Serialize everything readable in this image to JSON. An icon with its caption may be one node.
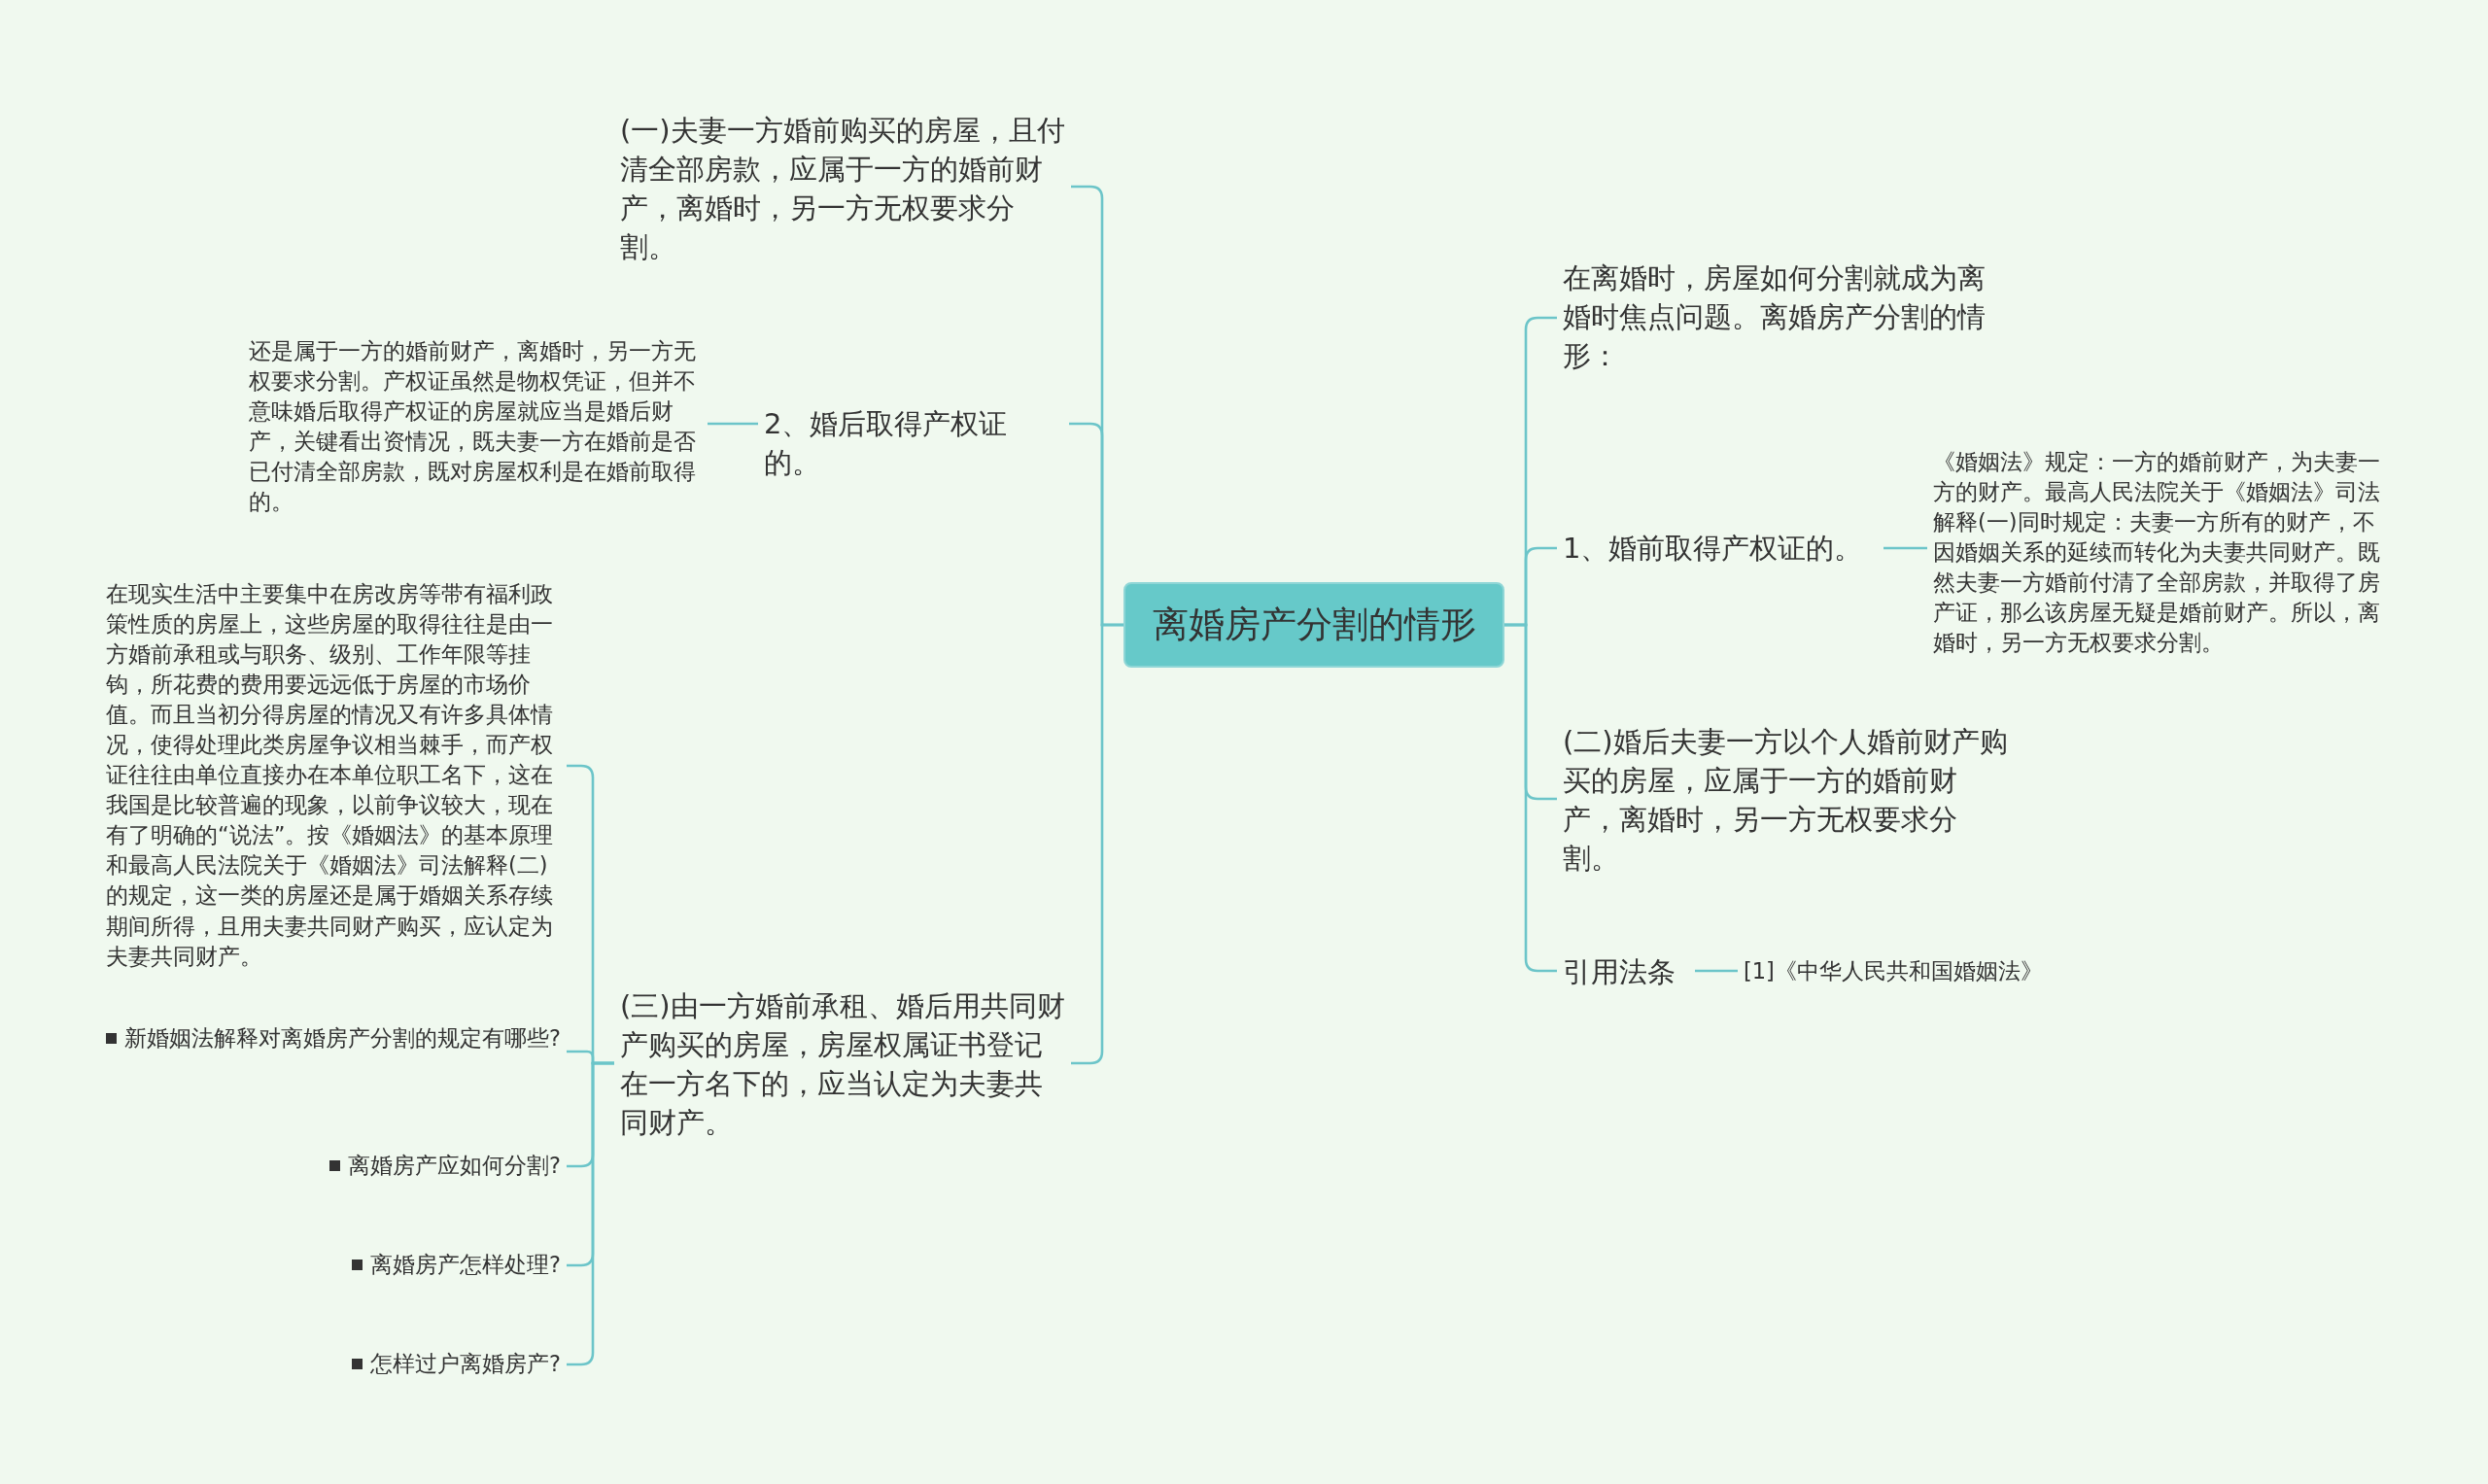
{
  "diagram": {
    "nodes": [
      {
        "text": [
          "离婚房产分割的情形"
        ]
      },
      {
        "text": [
          "(一)夫妻一方婚前购买的房屋，且付清全部房款，应属于一方的婚前财产，离婚时，另一方无权要求分割。"
        ]
      },
      {
        "text": [
          "2、婚后取得产权证的。"
        ]
      },
      {
        "text": [
          "还是属于一方的婚前财产，离婚时，另一方无权要求分割。产权证虽然是物权凭证，但并不意味婚后取得产权证的房屋就应当是婚后财产，关键看出资情况，既夫妻一方在婚前是否已付清全部房款，既对房屋权利是在婚前取得的。"
        ]
      },
      {
        "text": [
          "(三)由一方婚前承租、婚后用共同财产购买的房屋，房屋权属证书登记在一方名下的，应当认定为夫妻共同财产。"
        ]
      },
      {
        "text": [
          "在现实生活中主要集中在房改房等带有福利政策性质的房屋上，这些房屋的取得往往是由一方婚前承租或与职务、级别、工作年限等挂钩，所花费的费用要远远低于房屋的市场价值。而且当初分得房屋的情况又有许多具体情况，使得处理此类房屋争议相当棘手，而产权证往往由单位直接办在本单位职工名下，这在我国是比较普遍的现象，以前争议较大，现在有了明确的“说法”。按《婚姻法》的基本原理和最高人民法院关于《婚姻法》司法解释(二)的规定，这一类的房屋还是属于婚姻关系存续期间所得，且用夫妻共同财产购买，应认定为夫妻共同财产。"
        ]
      },
      {
        "text": [
          "新婚姻法解释对离婚房产分割的规定有哪些?"
        ]
      },
      {
        "text": [
          "离婚房产应如何分割?"
        ]
      },
      {
        "text": [
          "离婚房产怎样处理?"
        ]
      },
      {
        "text": [
          "怎样过户离婚房产?"
        ]
      },
      {
        "text": [
          "在离婚时，房屋如何分割就成为离婚时焦点问题。离婚房产分割的情形："
        ]
      },
      {
        "text": [
          "1、婚前取得产权证的。"
        ]
      },
      {
        "text": [
          "《婚姻法》规定：一方的婚前财产，为夫妻一方的财产。最高人民法院关于《婚姻法》司法解释(一)同时规定：夫妻一方所有的财产，不因婚姻关系的延续而转化为夫妻共同财产。既然夫妻一方婚前付清了全部房款，并取得了房产证，那么该房屋无疑是婚前财产。所以，离婚时，另一方无权要求分割。"
        ]
      },
      {
        "text": [
          "(二)婚后夫妻一方以个人婚前财产购买的房屋，应属于一方的婚前财产，离婚时，另一方无权要求分割。"
        ]
      },
      {
        "text": [
          "引用法条"
        ]
      },
      {
        "text": [
          "[1]《中华人民共和国婚姻法》"
        ]
      }
    ],
    "edges": [
      {
        "from": 0,
        "to": 1,
        "arrow": "none"
      },
      {
        "from": 0,
        "to": 2,
        "arrow": "none"
      },
      {
        "from": 0,
        "to": 4,
        "arrow": "none"
      },
      {
        "from": 2,
        "to": 3,
        "arrow": "none"
      },
      {
        "from": 4,
        "to": 5,
        "arrow": "none"
      },
      {
        "from": 4,
        "to": 6,
        "arrow": "none"
      },
      {
        "from": 4,
        "to": 7,
        "arrow": "none"
      },
      {
        "from": 4,
        "to": 8,
        "arrow": "none"
      },
      {
        "from": 4,
        "to": 9,
        "arrow": "none"
      },
      {
        "from": 0,
        "to": 10,
        "arrow": "none"
      },
      {
        "from": 0,
        "to": 11,
        "arrow": "none"
      },
      {
        "from": 0,
        "to": 13,
        "arrow": "none"
      },
      {
        "from": 0,
        "to": 14,
        "arrow": "none"
      },
      {
        "from": 11,
        "to": 12,
        "arrow": "none"
      },
      {
        "from": 14,
        "to": 15,
        "arrow": "none"
      }
    ]
  }
}
